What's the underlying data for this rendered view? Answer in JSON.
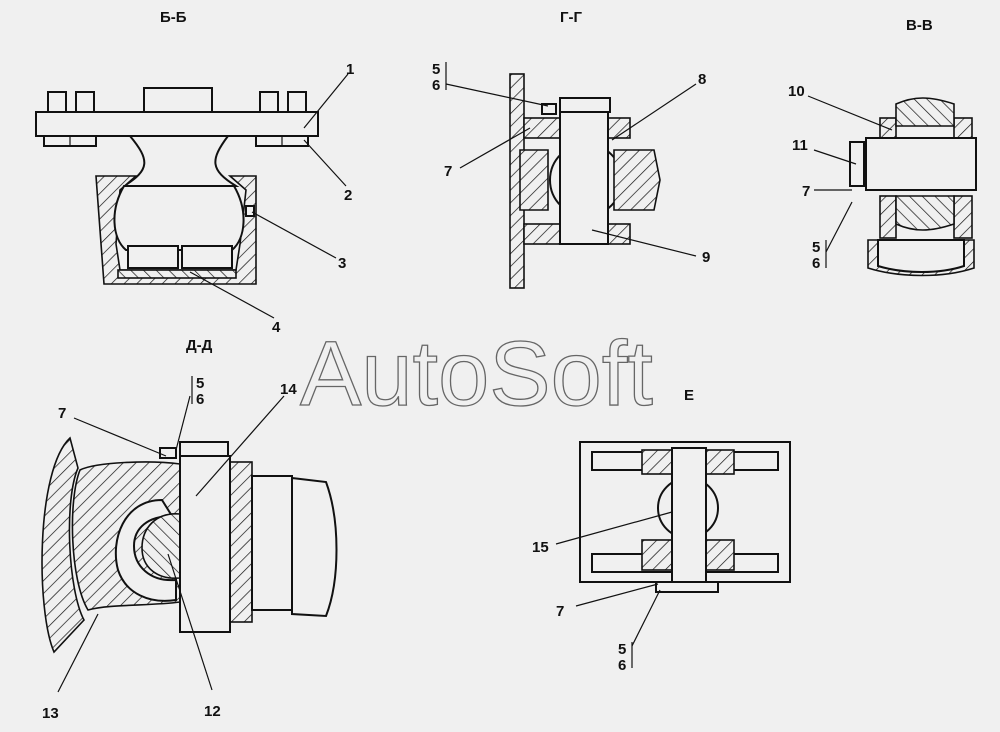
{
  "watermark": "AutoSoft",
  "sections": {
    "bb": {
      "title": "Б-Б",
      "callouts": [
        "1",
        "2",
        "3",
        "4"
      ]
    },
    "gg": {
      "title": "Г-Г",
      "callouts": [
        "5",
        "6",
        "7",
        "8",
        "9"
      ]
    },
    "vv": {
      "title": "В-В",
      "callouts": [
        "10",
        "11",
        "7",
        "5",
        "6"
      ]
    },
    "dd": {
      "title": "Д-Д",
      "callouts": [
        "5",
        "6",
        "7",
        "14",
        "13",
        "12"
      ]
    },
    "e": {
      "title": "Е",
      "callouts": [
        "15",
        "7",
        "5",
        "6"
      ]
    }
  }
}
